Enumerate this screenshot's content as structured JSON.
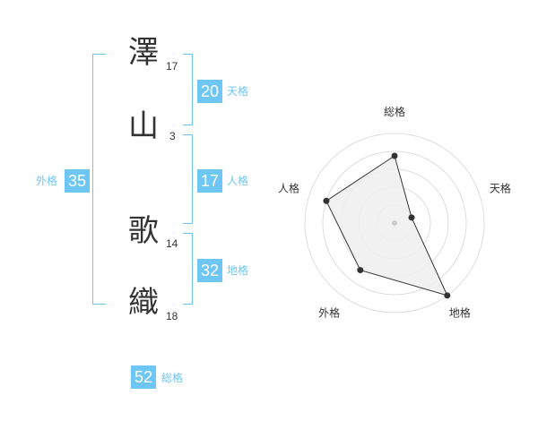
{
  "name": {
    "chars": [
      {
        "char": "澤",
        "strokes": "17"
      },
      {
        "char": "山",
        "strokes": "3"
      },
      {
        "char": "歌",
        "strokes": "14"
      },
      {
        "char": "織",
        "strokes": "18"
      }
    ]
  },
  "kaku": {
    "tenkaku": {
      "value": "20",
      "label": "天格"
    },
    "jinkaku": {
      "value": "17",
      "label": "人格"
    },
    "chikaku": {
      "value": "32",
      "label": "地格"
    },
    "gaikaku": {
      "value": "35",
      "label": "外格"
    },
    "soukaku": {
      "value": "52",
      "label": "総格"
    }
  },
  "colors": {
    "accent": "#6ec6f5",
    "text": "#333333"
  },
  "chart_data": {
    "type": "radar",
    "axes": [
      "総格",
      "天格",
      "地格",
      "外格",
      "人格"
    ],
    "values": [
      0.75,
      0.2,
      1.0,
      0.65,
      0.8
    ],
    "range": [
      0,
      1
    ],
    "rings": 5
  }
}
